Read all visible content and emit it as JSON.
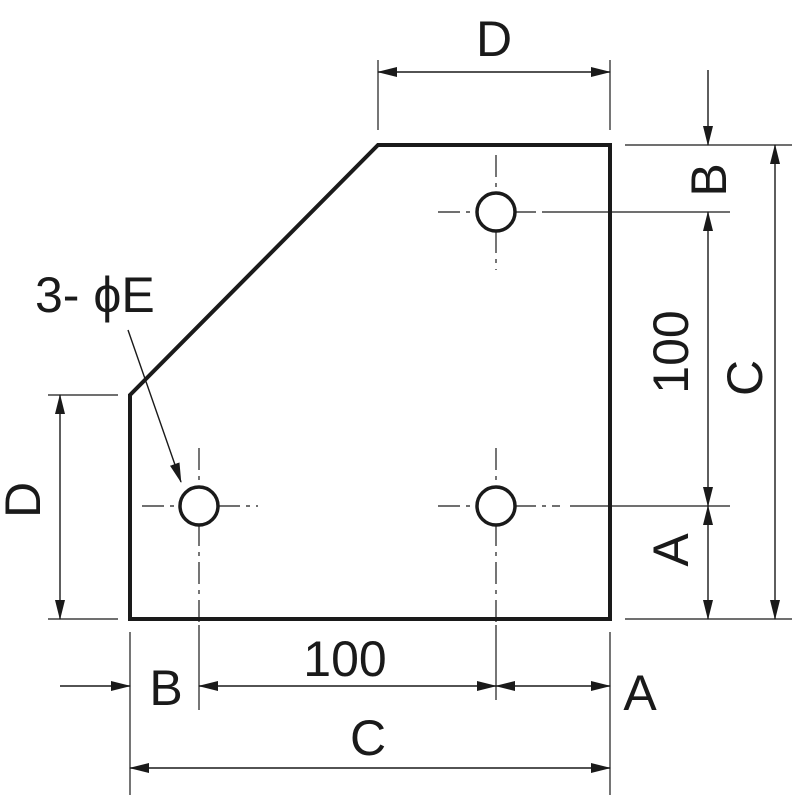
{
  "labels": {
    "top_D": "D",
    "left_D": "D",
    "right_B": "B",
    "right_100": "100",
    "right_A": "A",
    "outer_C_vertical": "C",
    "bottom_B": "B",
    "bottom_100": "100",
    "bottom_A": "A",
    "bottom_C": "C",
    "hole_callout": "3- ϕE"
  }
}
